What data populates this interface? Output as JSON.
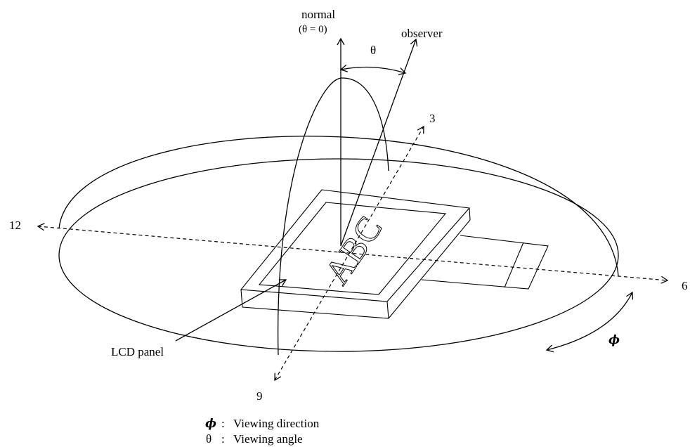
{
  "labels": {
    "normal": "normal",
    "normal_theta": "(θ = 0)",
    "observer": "observer",
    "theta": "θ",
    "phi": "ϕ",
    "clock_3": "3",
    "clock_6": "6",
    "clock_9": "9",
    "clock_12": "12",
    "lcd_panel": "LCD  panel",
    "panel_text": "ABC"
  },
  "legend": [
    {
      "symbol": "ϕ",
      "separator": ":",
      "text": "Viewing direction"
    },
    {
      "symbol": "θ",
      "separator": ":",
      "text": "Viewing angle"
    }
  ]
}
